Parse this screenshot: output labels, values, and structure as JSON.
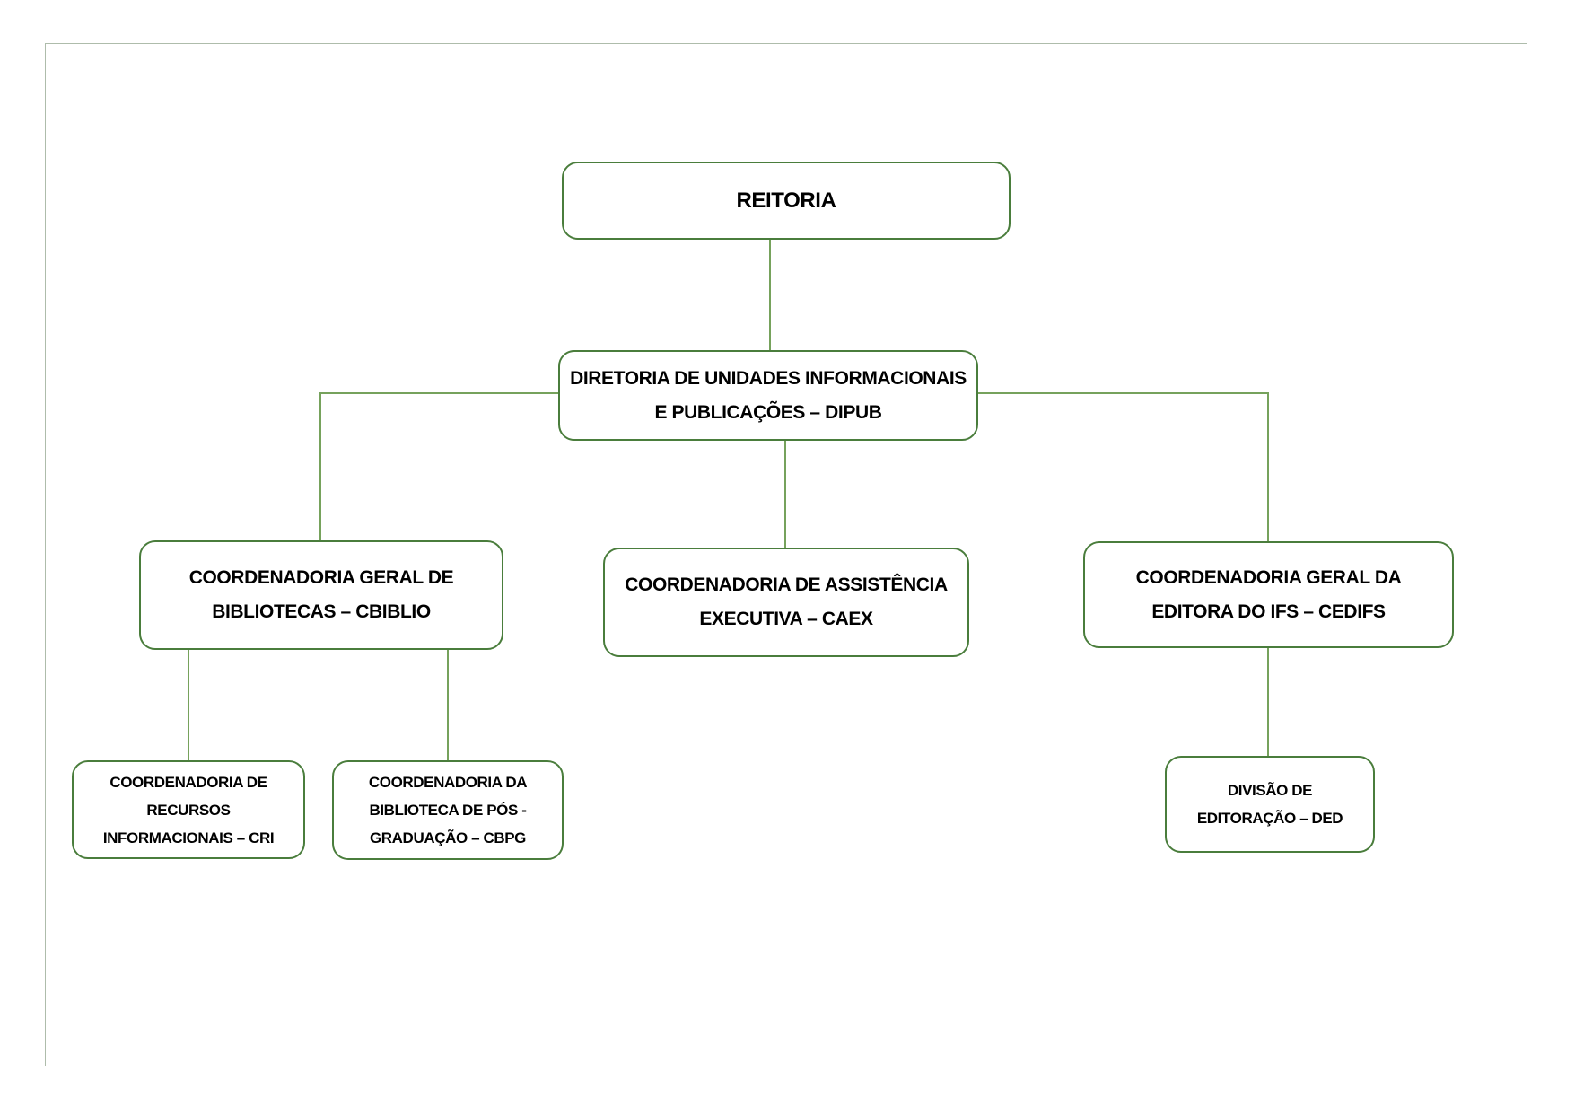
{
  "diagram": {
    "type": "org-chart",
    "palette": {
      "box_border": "#4a7d3c",
      "connector_line": "#76a25c",
      "page_border": "#aebcab",
      "text_color": "#000000",
      "background": "#ffffff"
    },
    "nodes": {
      "reitoria": {
        "name": "REITORIA",
        "lines": [
          "REITORIA"
        ]
      },
      "dipub": {
        "name": "DIRETORIA DE UNIDADES INFORMACIONAIS E PUBLICAÇÕES – DIPUB",
        "lines": [
          "DIRETORIA DE UNIDADES INFORMACIONAIS",
          "E PUBLICAÇÕES – DIPUB"
        ]
      },
      "cbiblio": {
        "name": "COORDENADORIA GERAL DE BIBLIOTECAS – CBIBLIO",
        "lines": [
          "COORDENADORIA GERAL DE",
          "BIBLIOTECAS – CBIBLIO"
        ]
      },
      "caex": {
        "name": "COORDENADORIA DE ASSISTÊNCIA EXECUTIVA – CAEX",
        "lines": [
          "COORDENADORIA DE ASSISTÊNCIA",
          "EXECUTIVA – CAEX"
        ]
      },
      "cedifs": {
        "name": "COORDENADORIA GERAL DA EDITORA DO IFS – CEDIFS",
        "lines": [
          "COORDENADORIA GERAL DA",
          "EDITORA DO IFS – CEDIFS"
        ]
      },
      "cri": {
        "name": "COORDENADORIA DE RECURSOS INFORMACIONAIS – CRI",
        "lines": [
          "COORDENADORIA DE",
          "RECURSOS",
          "INFORMACIONAIS – CRI"
        ]
      },
      "cbpg": {
        "name": "COORDENADORIA DA BIBLIOTECA DE PÓS - GRADUAÇÃO – CBPG",
        "lines": [
          "COORDENADORIA DA",
          "BIBLIOTECA DE PÓS -",
          "GRADUAÇÃO – CBPG"
        ]
      },
      "ded": {
        "name": "DIVISÃO DE EDITORAÇÃO – DED",
        "lines": [
          "DIVISÃO DE",
          "EDITORAÇÃO – DED"
        ]
      }
    },
    "edges": [
      {
        "from": "REITORIA",
        "to": "DIRETORIA DE UNIDADES INFORMACIONAIS E PUBLICAÇÕES – DIPUB"
      },
      {
        "from": "DIRETORIA DE UNIDADES INFORMACIONAIS E PUBLICAÇÕES – DIPUB",
        "to": "COORDENADORIA GERAL DE BIBLIOTECAS – CBIBLIO"
      },
      {
        "from": "DIRETORIA DE UNIDADES INFORMACIONAIS E PUBLICAÇÕES – DIPUB",
        "to": "COORDENADORIA DE ASSISTÊNCIA EXECUTIVA – CAEX"
      },
      {
        "from": "DIRETORIA DE UNIDADES INFORMACIONAIS E PUBLICAÇÕES – DIPUB",
        "to": "COORDENADORIA GERAL DA EDITORA DO IFS – CEDIFS"
      },
      {
        "from": "COORDENADORIA GERAL DE BIBLIOTECAS – CBIBLIO",
        "to": "COORDENADORIA DE RECURSOS INFORMACIONAIS – CRI"
      },
      {
        "from": "COORDENADORIA GERAL DE BIBLIOTECAS – CBIBLIO",
        "to": "COORDENADORIA DA BIBLIOTECA DE PÓS - GRADUAÇÃO – CBPG"
      },
      {
        "from": "COORDENADORIA GERAL DA EDITORA DO IFS – CEDIFS",
        "to": "DIVISÃO DE EDITORAÇÃO – DED"
      }
    ]
  }
}
